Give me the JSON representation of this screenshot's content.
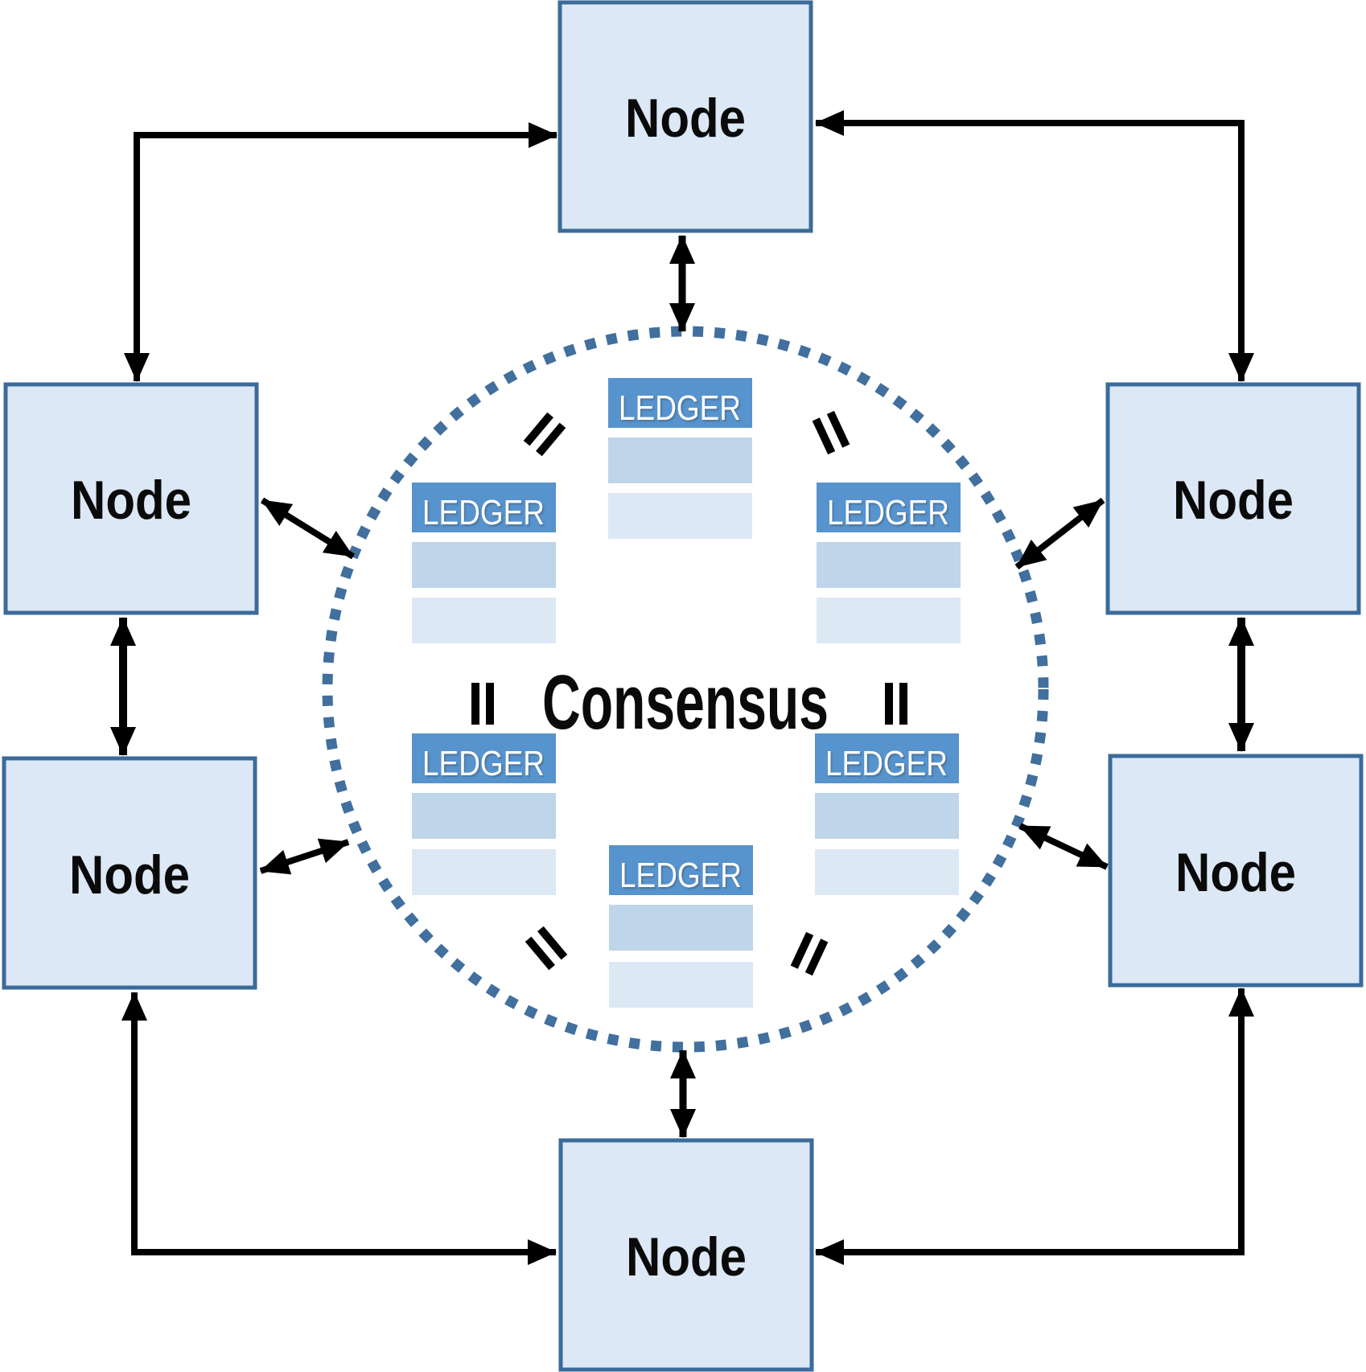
{
  "diagram": {
    "center_label": "Consensus",
    "nodes": [
      {
        "position": "top-center",
        "label": "Node"
      },
      {
        "position": "upper-left",
        "label": "Node"
      },
      {
        "position": "upper-right",
        "label": "Node"
      },
      {
        "position": "lower-left",
        "label": "Node"
      },
      {
        "position": "lower-right",
        "label": "Node"
      },
      {
        "position": "bottom-center",
        "label": "Node"
      }
    ],
    "ledgers": [
      {
        "position": "top-center",
        "label": "LEDGER",
        "rows": 2
      },
      {
        "position": "upper-left",
        "label": "LEDGER",
        "rows": 2
      },
      {
        "position": "upper-right",
        "label": "LEDGER",
        "rows": 2
      },
      {
        "position": "lower-left",
        "label": "LEDGER",
        "rows": 2
      },
      {
        "position": "lower-right",
        "label": "LEDGER",
        "rows": 2
      },
      {
        "position": "bottom-center",
        "label": "LEDGER",
        "rows": 2
      }
    ],
    "equality_marks": {
      "glyph": "=",
      "count": 6
    },
    "connectors": {
      "bidirectional_arrows": 12,
      "style": "double-headed"
    },
    "colors": {
      "node_fill": "#dce8f5",
      "node_border": "#3c6b9a",
      "ledger_header": "#5793cd",
      "ledger_row_1": "#bfd5ea",
      "ledger_row_2": "#dde8f5",
      "circle_dot": "#416f9e",
      "connector": "#000000",
      "label_text": "#0a0a0a",
      "ledger_text": "#ffffff"
    }
  }
}
